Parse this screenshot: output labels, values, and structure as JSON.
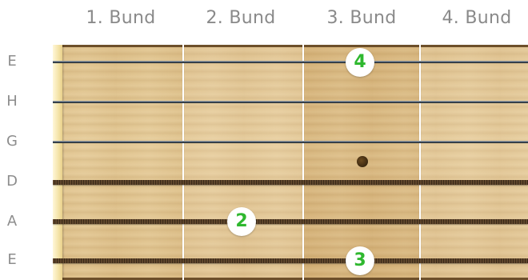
{
  "fret_labels": [
    "1. Bund",
    "2. Bund",
    "3. Bund",
    "4. Bund"
  ],
  "string_labels": [
    "E",
    "H",
    "G",
    "D",
    "A",
    "E"
  ],
  "fingers": [
    {
      "string": "E (high)",
      "fret": 3,
      "finger": "4"
    },
    {
      "string": "A",
      "fret": 2,
      "finger": "2"
    },
    {
      "string": "E (low)",
      "fret": 3,
      "finger": "3"
    }
  ],
  "inlay": {
    "fret": 3,
    "between": "G-D"
  },
  "colors": {
    "finger_number": "#2fb82f",
    "label_text": "#8a8a8a",
    "fret_wire": "#ffffff",
    "wood": "#e0c48f"
  }
}
